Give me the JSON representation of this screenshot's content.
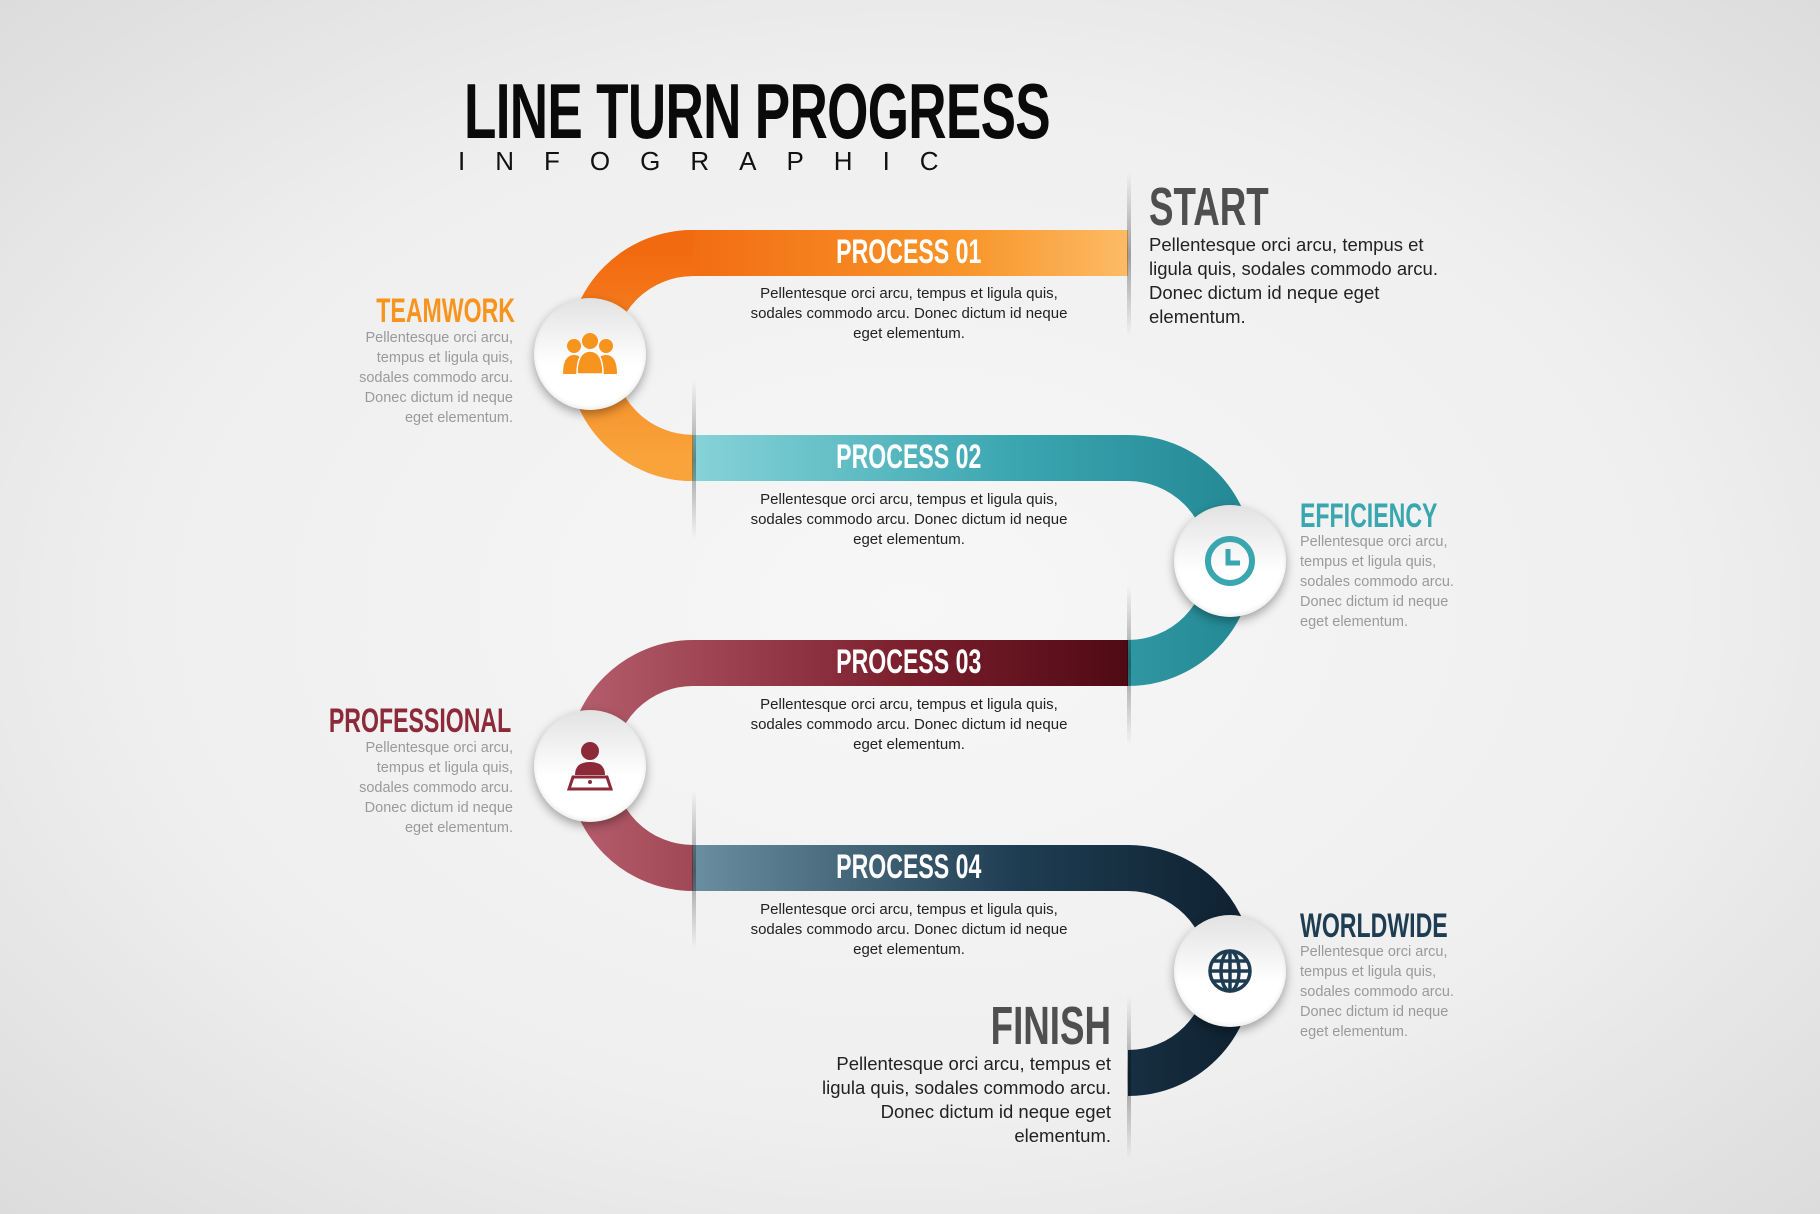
{
  "header": {
    "title": "LINE TURN PROGRESS",
    "subtitle": "INFOGRAPHIC"
  },
  "colors": {
    "orange": "#f7941d",
    "teal": "#3aa6b0",
    "maroon": "#8c2a3a",
    "navy": "#1f3d52"
  },
  "start": {
    "title": "START",
    "text": "Pellentesque orci arcu, tempus et ligula quis, sodales commodo arcu. Donec  dictum id neque eget elementum."
  },
  "finish": {
    "title": "FINISH",
    "text": "Pellentesque orci arcu, tempus et ligula quis, sodales commodo arcu. Donec  dictum id neque eget elementum."
  },
  "processes": [
    {
      "label": "PROCESS 01",
      "text": "Pellentesque orci arcu, tempus et ligula quis, sodales commodo arcu. Donec dictum id neque eget elementum."
    },
    {
      "label": "PROCESS 02",
      "text": "Pellentesque orci arcu, tempus et ligula quis, sodales commodo arcu. Donec dictum id neque eget elementum."
    },
    {
      "label": "PROCESS 03",
      "text": "Pellentesque orci arcu, tempus et ligula quis, sodales commodo arcu. Donec dictum id neque eget elementum."
    },
    {
      "label": "PROCESS 04",
      "text": "Pellentesque orci arcu, tempus et ligula quis, sodales commodo arcu. Donec dictum id neque eget elementum."
    }
  ],
  "milestones": [
    {
      "title": "TEAMWORK",
      "icon": "people-icon",
      "text": "Pellentesque orci arcu, tempus et ligula quis, sodales commodo arcu. Donec  dictum id neque eget elementum."
    },
    {
      "title": "EFFICIENCY",
      "icon": "clock-icon",
      "text": "Pellentesque orci arcu, tempus et ligula quis, sodales commodo arcu. Donec  dictum id neque eget elementum."
    },
    {
      "title": "PROFESSIONAL",
      "icon": "laptop-user-icon",
      "text": "Pellentesque orci arcu, tempus et ligula quis, sodales commodo arcu. Donec  dictum id neque eget elementum."
    },
    {
      "title": "WORLDWIDE",
      "icon": "globe-icon",
      "text": "Pellentesque orci arcu, tempus et ligula quis, sodales commodo arcu. Donec  dictum id neque eget elementum."
    }
  ]
}
